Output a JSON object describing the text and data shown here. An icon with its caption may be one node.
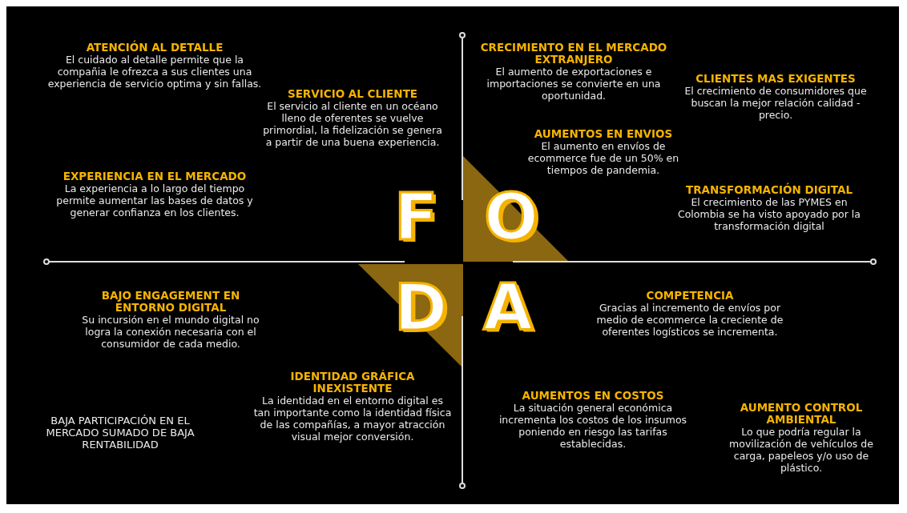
{
  "diagram": {
    "labels": [
      "ATENCIÓN AL DETALLE",
      "El cuidado al detalle permite que la compañia le ofrezca a sus clientes una experiencia de servicio optima y sin fallas.",
      "SERVICIO AL CLIENTE",
      "El servicio al cliente en un océano lleno de oferentes se vuelve primordial, la fidelización se genera a partir de una buena experiencia.",
      "EXPERIENCIA EN EL MERCADO",
      "La experiencia a lo largo del tiempo permite aumentar las bases de datos y generar confianza en los clientes.",
      "CRECIMIENTO EN EL MERCADO EXTRANJERO",
      "El aumento de exportaciones e importaciones se convierte en una oportunidad.",
      "CLIENTES MAS EXIGENTES",
      "El crecimiento de consumidores que buscan la mejor relación calidad - precio.",
      "AUMENTOS EN ENVIOS",
      "El aumento en envíos de ecommerce fue de un 50% en tiempos de pandemia.",
      "TRANSFORMACIÓN DIGITAL",
      "El crecimiento de las PYMES en Colombia se ha visto apoyado por la transformación digital",
      "F",
      "O",
      "D",
      "A",
      "BAJO ENGAGEMENT EN ENTORNO DIGITAL",
      "Su incursión en el mundo digital no logra la conexión necesaria con el consumidor de cada medio.",
      "IDENTIDAD GRÁFICA INEXISTENTE",
      "La identidad en el entorno digital es tan importante como la identidad física de las compañías, a mayor atracción visual mejor conversión.",
      "BAJA PARTICIPACIÓN EN EL MERCADO SUMADO DE BAJA RENTABILIDAD",
      "COMPETENCIA",
      "Gracias al incremento de envíos por medio de ecommerce la creciente de oferentes logísticos se incrementa.",
      "AUMENTOS EN COSTOS",
      "La situación general económica incrementa los costos de los insumos poniendo en riesgo las tarifas establecidas.",
      "AUMENTO CONTROL AMBIENTAL",
      "Lo que podría regular la movilización de vehículos de carga, papeleos y/o uso de plástico."
    ]
  }
}
